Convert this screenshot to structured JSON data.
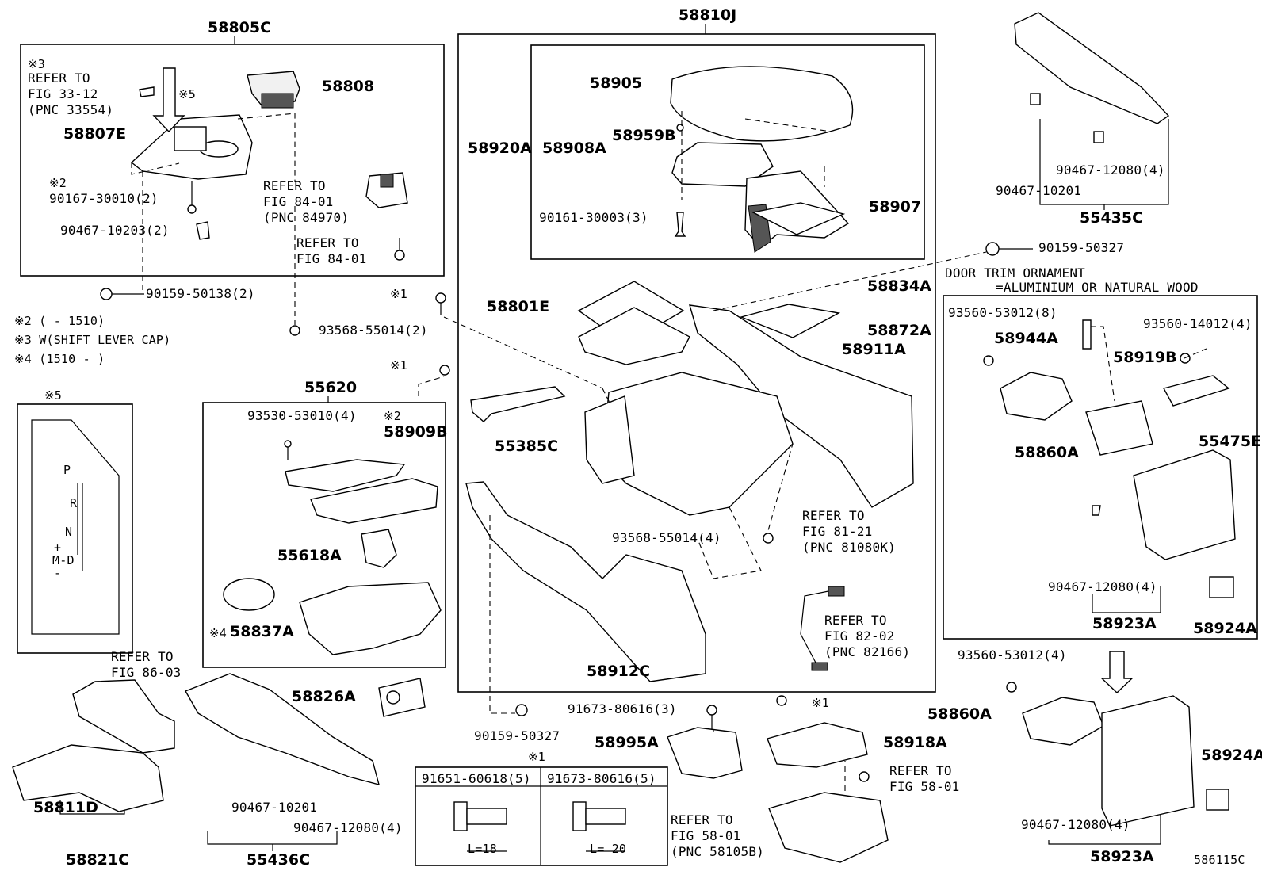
{
  "diagram": {
    "code": "586115C",
    "groups": {
      "g58805C": "58805C",
      "g58810J": "58810J",
      "g55620": "55620",
      "g55435C": "55435C",
      "g55436C": "55436C",
      "g58821C": "58821C"
    },
    "parts": {
      "p58808": "58808",
      "p58807E": "58807E",
      "p90167": "90167-30010(2)",
      "p90467_10203": "90467-10203(2)",
      "p90159_50138": "90159-50138(2)",
      "p93568_55014_2": "93568-55014(2)",
      "p58905": "58905",
      "p58920A": "58920A",
      "p58908A": "58908A",
      "p58959B": "58959B",
      "p90161": "90161-30003(3)",
      "p58907": "58907",
      "p58801E": "58801E",
      "p58834A": "58834A",
      "p58872A": "58872A",
      "p58911A": "58911A",
      "p55385C": "55385C",
      "p93568_55014_4": "93568-55014(4)",
      "p58912C": "58912C",
      "p90159_50327a": "90159-50327",
      "p90159_50327b": "90159-50327",
      "p93530": "93530-53010(4)",
      "p58909B": "58909B",
      "p55618A": "55618A",
      "p58837A": "58837A",
      "p58826A": "58826A",
      "p90467_10201a": "90467-10201",
      "p90467_12080a": "90467-12080(4)",
      "p58811D": "58811D",
      "p91673_3": "91673-80616(3)",
      "p58995A": "58995A",
      "p58918A": "58918A",
      "p90467_12080b": "90467-12080(4)",
      "p90467_10201b": "90467-10201",
      "p93560_8": "93560-53012(8)",
      "p58944A": "58944A",
      "p58919B": "58919B",
      "p93560_14012": "93560-14012(4)",
      "p58860A_a": "58860A",
      "p55475E": "55475E",
      "p90467_12080c": "90467-12080(4)",
      "p58923A_a": "58923A",
      "p58924A_a": "58924A",
      "p93560_4": "93560-53012(4)",
      "p58860A_b": "58860A",
      "p58924A_b": "58924A",
      "p90467_12080d": "90467-12080(4)",
      "p58923A_b": "58923A"
    },
    "refs": {
      "r1_mark": "※3",
      "r1_a": "REFER TO",
      "r1_b": "FIG 33-12",
      "r1_c": "(PNC 33554)",
      "r2_a": "REFER TO",
      "r2_b": "FIG 84-01",
      "r2_c": "(PNC 84970)",
      "r3_a": "REFER TO",
      "r3_b": "FIG 84-01",
      "r4_a": "REFER TO",
      "r4_b": "FIG 81-21",
      "r4_c": "(PNC 81080K)",
      "r5_a": "REFER TO",
      "r5_b": "FIG 82-02",
      "r5_c": "(PNC 82166)",
      "r6_a": "REFER TO",
      "r6_b": "FIG 86-03",
      "r7_a": "REFER TO",
      "r7_b": "FIG 58-01",
      "r8_a": "REFER TO",
      "r8_b": "FIG 58-01",
      "r8_c": "(PNC 58105B)"
    },
    "marks": {
      "m5": "※5",
      "m2a": "※2",
      "m2b": "※2",
      "m1a": "※1",
      "m1b": "※1",
      "m1c": "※1",
      "m1d": "※1",
      "m4": "※4",
      "m5box": "※5"
    },
    "notes": {
      "n2": "※2 (     - 1510)",
      "n3": "※3 W(SHIFT LEVER CAP)",
      "n4": "※4 (1510 -     )",
      "door_trim_1": "DOOR TRIM ORNAMENT",
      "door_trim_2": "=ALUMINIUM OR NATURAL WOOD"
    },
    "fastener_table": {
      "col1_part": "91651-60618(5)",
      "col2_part": "91673-80616(5)",
      "col1_len": "L=18",
      "col2_len": "L= 20"
    },
    "shift_gate": {
      "p": "P",
      "r": "R",
      "n": "N",
      "plus": "+",
      "d": "M-D",
      "minus": "-"
    }
  }
}
